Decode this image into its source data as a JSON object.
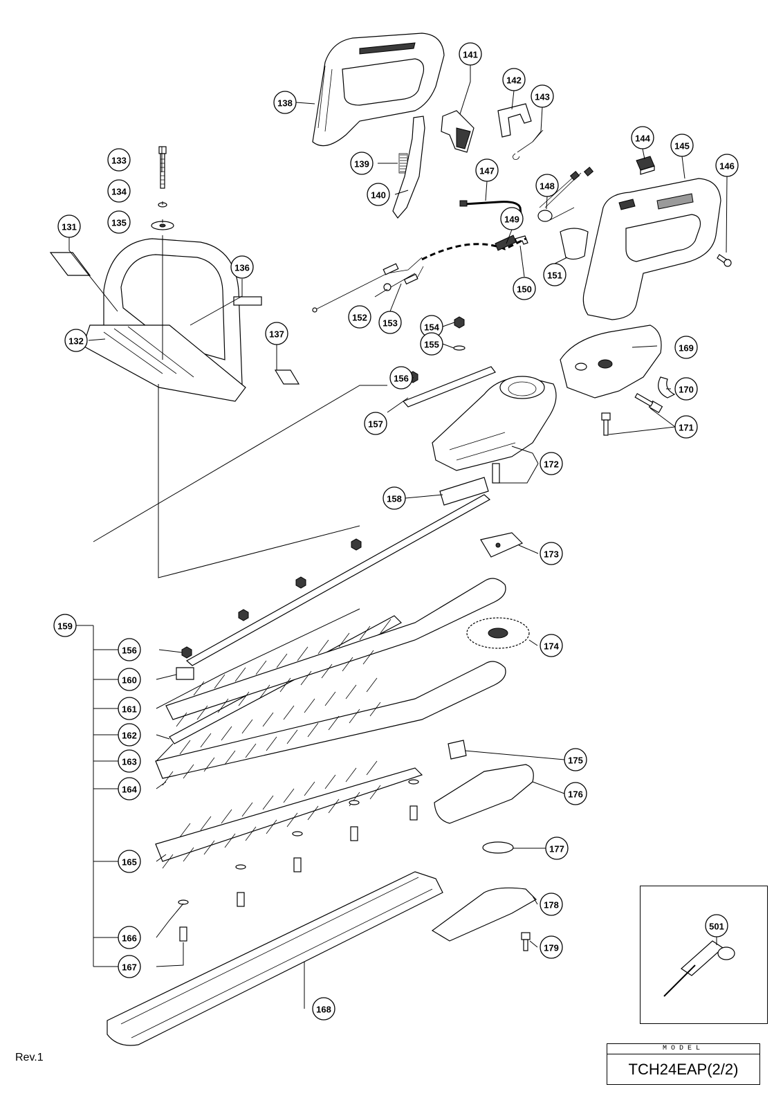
{
  "document": {
    "revision": "Rev.1",
    "model_caption": "MODEL",
    "model_value": "TCH24EAP(2/2)"
  },
  "callouts": [
    {
      "id": "131",
      "label": "131"
    },
    {
      "id": "132",
      "label": "132"
    },
    {
      "id": "133",
      "label": "133"
    },
    {
      "id": "134",
      "label": "134"
    },
    {
      "id": "135",
      "label": "135"
    },
    {
      "id": "136",
      "label": "136"
    },
    {
      "id": "137",
      "label": "137"
    },
    {
      "id": "138",
      "label": "138"
    },
    {
      "id": "139",
      "label": "139"
    },
    {
      "id": "140",
      "label": "140"
    },
    {
      "id": "141",
      "label": "141"
    },
    {
      "id": "142",
      "label": "142"
    },
    {
      "id": "143",
      "label": "143"
    },
    {
      "id": "144",
      "label": "144"
    },
    {
      "id": "145",
      "label": "145"
    },
    {
      "id": "146",
      "label": "146"
    },
    {
      "id": "147",
      "label": "147"
    },
    {
      "id": "148",
      "label": "148"
    },
    {
      "id": "149",
      "label": "149"
    },
    {
      "id": "150",
      "label": "150"
    },
    {
      "id": "151",
      "label": "151"
    },
    {
      "id": "152",
      "label": "152"
    },
    {
      "id": "153",
      "label": "153"
    },
    {
      "id": "154",
      "label": "154"
    },
    {
      "id": "155",
      "label": "155"
    },
    {
      "id": "156a",
      "label": "156"
    },
    {
      "id": "157",
      "label": "157"
    },
    {
      "id": "158",
      "label": "158"
    },
    {
      "id": "159",
      "label": "159"
    },
    {
      "id": "156b",
      "label": "156"
    },
    {
      "id": "160",
      "label": "160"
    },
    {
      "id": "161",
      "label": "161"
    },
    {
      "id": "162",
      "label": "162"
    },
    {
      "id": "163",
      "label": "163"
    },
    {
      "id": "164",
      "label": "164"
    },
    {
      "id": "165",
      "label": "165"
    },
    {
      "id": "166",
      "label": "166"
    },
    {
      "id": "167",
      "label": "167"
    },
    {
      "id": "168",
      "label": "168"
    },
    {
      "id": "169",
      "label": "169"
    },
    {
      "id": "170",
      "label": "170"
    },
    {
      "id": "171",
      "label": "171"
    },
    {
      "id": "172",
      "label": "172"
    },
    {
      "id": "173",
      "label": "173"
    },
    {
      "id": "174",
      "label": "174"
    },
    {
      "id": "175",
      "label": "175"
    },
    {
      "id": "176",
      "label": "176"
    },
    {
      "id": "177",
      "label": "177"
    },
    {
      "id": "178",
      "label": "178"
    },
    {
      "id": "179",
      "label": "179"
    },
    {
      "id": "501",
      "label": "501"
    }
  ]
}
